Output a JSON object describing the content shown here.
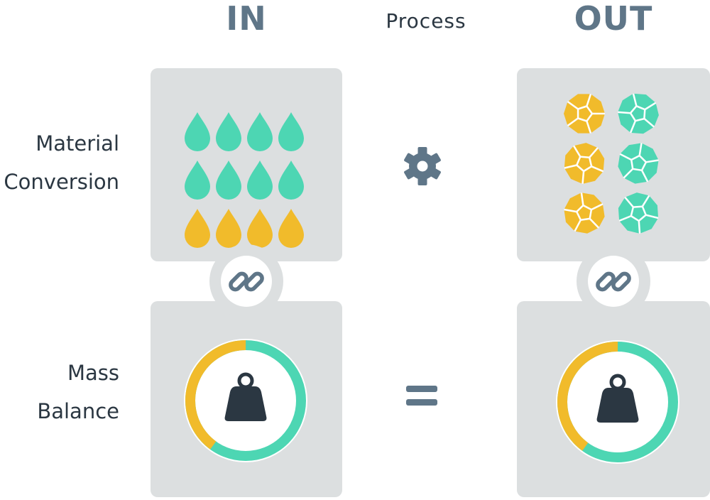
{
  "columns": {
    "in": "IN",
    "process": "Process",
    "out": "OUT"
  },
  "rows": {
    "material_conversion": [
      "Material",
      "Conversion"
    ],
    "mass_balance": [
      "Mass",
      "Balance"
    ]
  },
  "colors": {
    "teal": "#4dd6b3",
    "yellow": "#f1bb2b",
    "panel": "#dcdfe0",
    "icon_gray": "#5f7688",
    "dark": "#2b3742"
  },
  "inputs": {
    "drops": [
      [
        "teal",
        "teal",
        "teal",
        "teal"
      ],
      [
        "teal",
        "teal",
        "teal",
        "teal"
      ],
      [
        "yellow",
        "yellow",
        "yellow",
        "yellow"
      ]
    ]
  },
  "outputs": {
    "balls": [
      [
        "yellow",
        "teal"
      ],
      [
        "yellow",
        "teal"
      ],
      [
        "yellow",
        "teal"
      ]
    ]
  },
  "mass_ring": {
    "in_yellow_fraction": 0.4,
    "out_yellow_fraction": 0.4
  },
  "icons": {
    "process": "gear-icon",
    "balance": "equals-icon",
    "connector": "link-icon",
    "mass": "weight-icon"
  }
}
